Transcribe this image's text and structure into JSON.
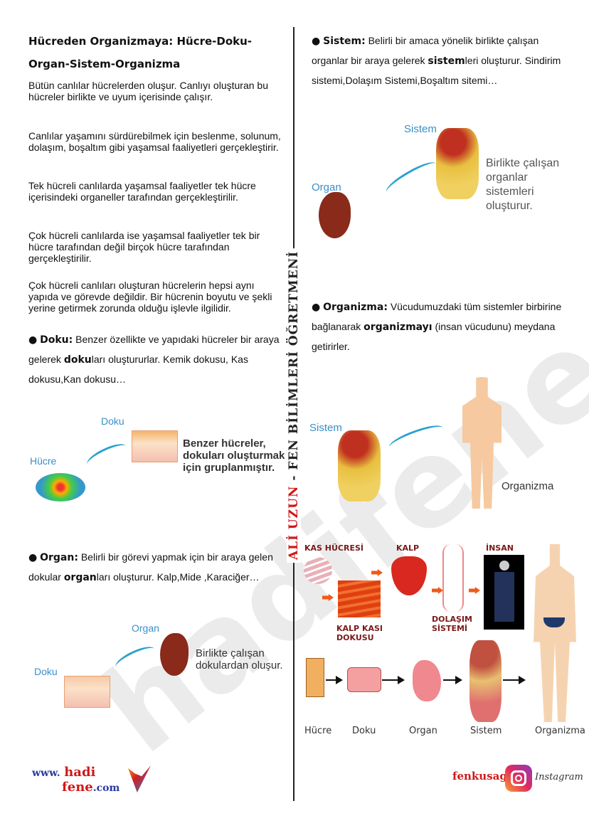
{
  "left": {
    "title_line1": "Hücreden Organizmaya: Hücre-Doku-",
    "title_line2": "Organ-Sistem-Organizma",
    "paragraphs": [
      "Bütün canlılar hücrelerden oluşur. Canlıyı oluşturan bu hücreler birlikte ve uyum içerisinde çalışır.",
      "Canlılar yaşamını sürdürebilmek için beslenme, solunum, dolaşım, boşaltım gibi yaşamsal faaliyetleri gerçekleştirir.",
      "Tek hücreli canlılarda yaşamsal faaliyetler tek hücre içerisindeki organeller tarafından gerçekleştirilir.",
      "Çok hücreli canlılarda ise yaşamsal faaliyetler tek bir hücre tarafından değil birçok hücre tarafından gerçekleştirilir.",
      "Çok hücreli canlıları oluşturan hücrelerin hepsi aynı yapıda ve görevde değildir. Bir hücrenin boyutu ve şekli yerine getirmek zorunda olduğu işlevle ilgilidir."
    ],
    "doku": {
      "bullet": "●",
      "term": "Doku:",
      "text1": " Benzer özellikte ve yapıdaki hücreler bir araya gelerek ",
      "bold": "doku",
      "text2": "ları oluştururlar. Kemik dokusu, Kas dokusu,Kan dokusu…"
    },
    "doku_fig": {
      "label_a": "Hücre",
      "label_b": "Doku",
      "caption": "Benzer hücreler, dokuları oluşturmak için gruplanmıştır."
    },
    "organ": {
      "bullet": "●",
      "term": "Organ:",
      "text1": " Belirli bir görevi yapmak için bir araya gelen dokular ",
      "bold": "organ",
      "text2": "ları oluşturur. Kalp,Mide ,Karaciğer…"
    },
    "organ_fig": {
      "label_a": "Doku",
      "label_b": "Organ",
      "caption": "Birlikte çalışan dokulardan oluşur."
    }
  },
  "right": {
    "sistem": {
      "bullet": "●",
      "term": "Sistem:",
      "text1": " Belirli bir amaca yönelik birlikte çalışan organlar bir araya gelerek ",
      "bold": "sistem",
      "text2": "leri oluşturur. Sindirim sistemi,Dolaşım Sistemi,Boşaltım sitemi…"
    },
    "sistem_fig": {
      "label_a": "Organ",
      "label_b": "Sistem",
      "caption": "Birlikte çalışan organlar sistemleri oluşturur."
    },
    "organizma": {
      "bullet": "●",
      "term": "Organizma:",
      "text1": " Vücudumuzdaki tüm sistemler birbirine bağlanarak ",
      "bold": "organizmayı",
      "text2": " (insan vücudunu) meydana getirirler."
    },
    "organizma_fig": {
      "label_a": "Sistem",
      "label_b": "Organizma"
    },
    "chain_fig": {
      "kas_hucresi": "KAS HÜCRESİ",
      "kalp": "KALP",
      "insan": "İNSAN",
      "kalp_kasi": "KALP KASI DOKUSU",
      "dolasim": "DOLAŞIM SİSTEMİ",
      "steps": [
        "Hücre",
        "Doku",
        "Organ",
        "Sistem",
        "Organizma"
      ]
    }
  },
  "author_vertical": {
    "name": "ALİ UZUN",
    "sep": " - ",
    "role": "FEN BİLİMLERİ ÖĞRETMENİ"
  },
  "watermark": "hadifene.com",
  "footer": {
    "site_a": "www.",
    "site_b": "hadi",
    "site_c": "fene",
    "site_d": ".com",
    "instagram_user": "fenkusagi",
    "instagram_label": "Instagram"
  }
}
